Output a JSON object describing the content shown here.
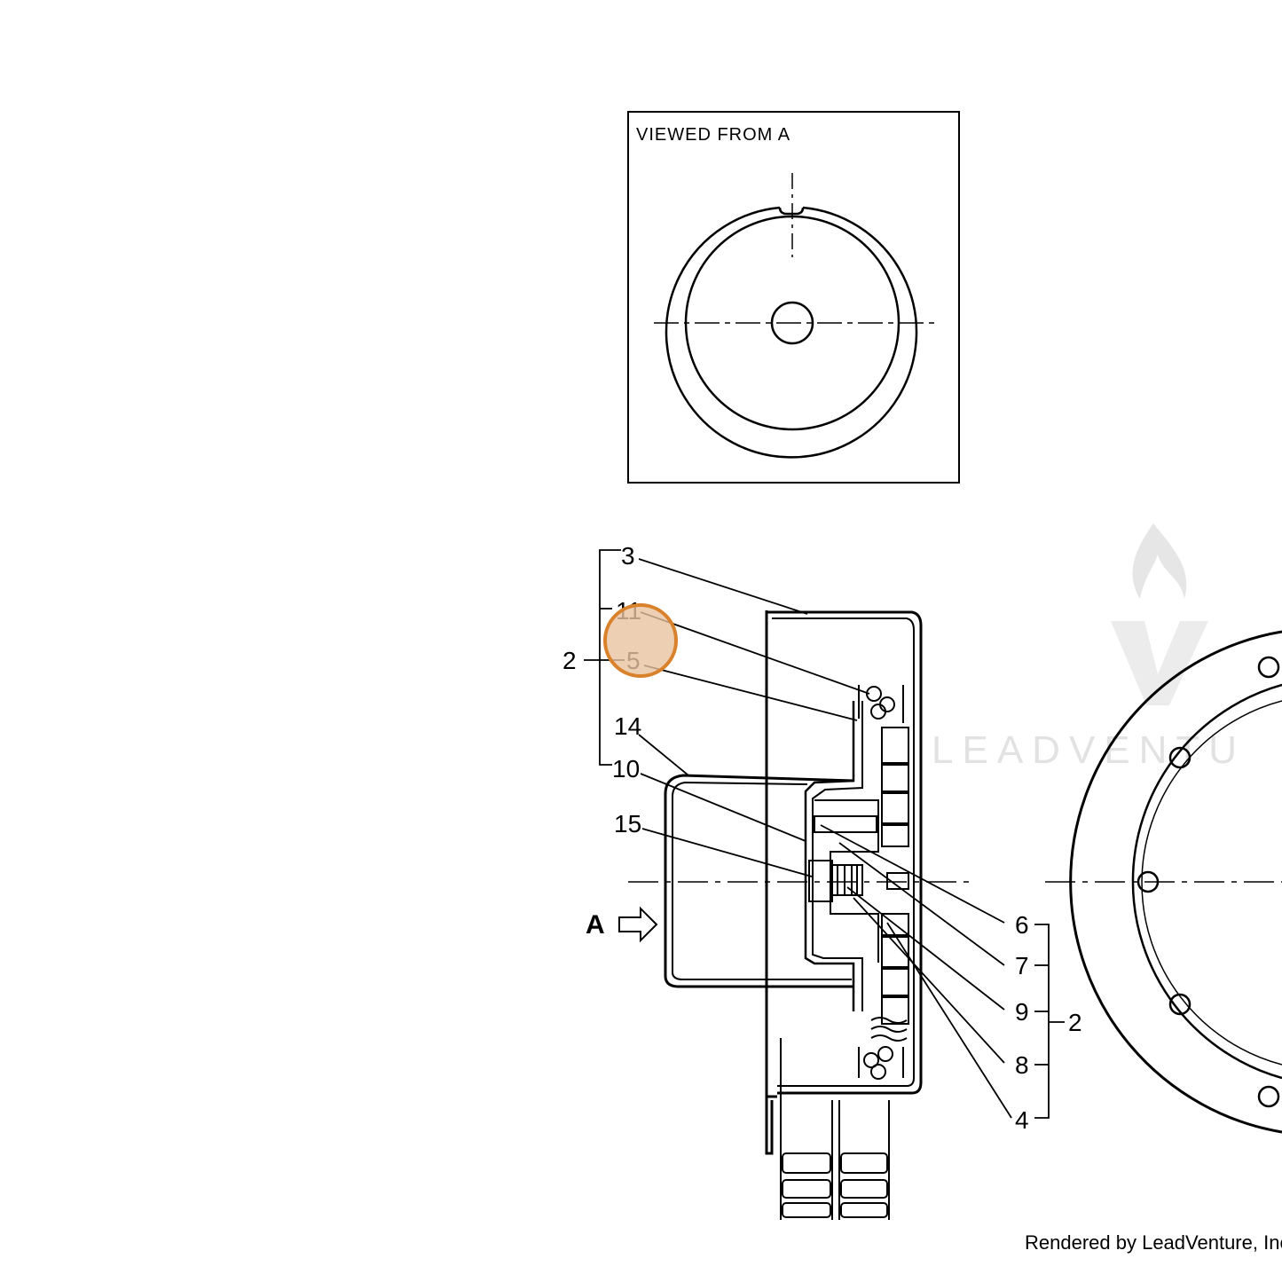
{
  "view_box": {
    "title": "VIEWED FROM A"
  },
  "callouts": [
    "3",
    "11",
    "5",
    "2",
    "14",
    "10",
    "15",
    "6",
    "7",
    "9",
    "8",
    "4",
    "2"
  ],
  "view_arrow_label": "A",
  "watermark": "LEADVENTU",
  "footer": "Rendered by LeadVenture, Inc",
  "colors": {
    "highlight_fill": "#e8c3a0",
    "highlight_stroke": "#d9822b"
  }
}
